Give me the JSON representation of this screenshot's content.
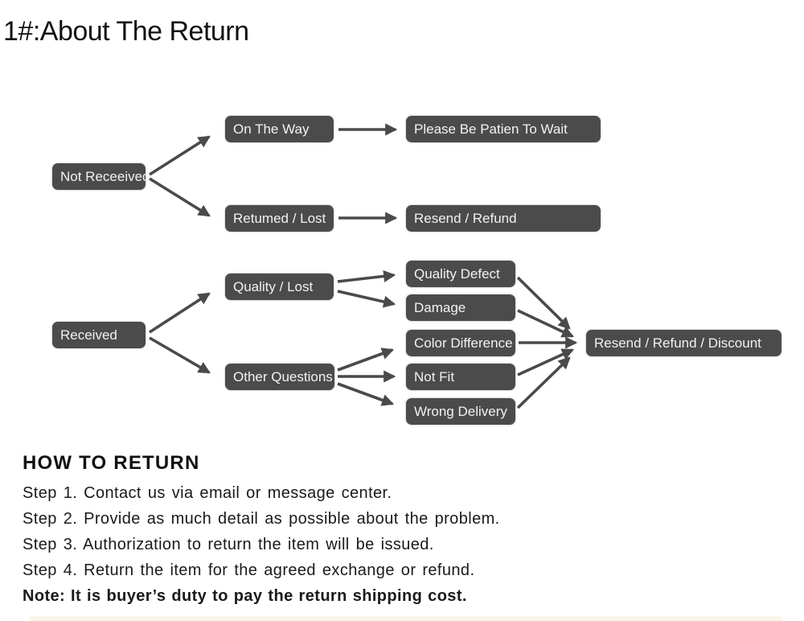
{
  "page": {
    "title": "1#:About The Return"
  },
  "colors": {
    "node_background": "#4b4b4b",
    "node_text": "#f2f2f2",
    "arrow": "#4a4a4a",
    "body_text": "#1a1a1a",
    "bottom_strip": "#faf6eb"
  },
  "flowchart": {
    "nodes": {
      "not_received": "Not Receeived",
      "on_the_way": "On The Way",
      "please_wait": "Please Be Patien To Wait",
      "returned_lost": "Retumed / Lost",
      "resend_refund": "Resend / Refund",
      "received": "Received",
      "quality_lost": "Quality / Lost",
      "other_questions": "Other Questions",
      "quality_defect": "Quality Defect",
      "damage": "Damage",
      "color_difference": "Color Difference",
      "not_fit": "Not Fit",
      "wrong_delivery": "Wrong Delivery",
      "resend_refund_discount": "Resend / Refund / Discount"
    },
    "edges": [
      {
        "from": "not_received",
        "to": "on_the_way"
      },
      {
        "from": "not_received",
        "to": "returned_lost"
      },
      {
        "from": "on_the_way",
        "to": "please_wait"
      },
      {
        "from": "returned_lost",
        "to": "resend_refund"
      },
      {
        "from": "received",
        "to": "quality_lost"
      },
      {
        "from": "received",
        "to": "other_questions"
      },
      {
        "from": "quality_lost",
        "to": "quality_defect"
      },
      {
        "from": "quality_lost",
        "to": "damage"
      },
      {
        "from": "other_questions",
        "to": "color_difference"
      },
      {
        "from": "other_questions",
        "to": "not_fit"
      },
      {
        "from": "other_questions",
        "to": "wrong_delivery"
      },
      {
        "from": "quality_defect",
        "to": "resend_refund_discount"
      },
      {
        "from": "damage",
        "to": "resend_refund_discount"
      },
      {
        "from": "color_difference",
        "to": "resend_refund_discount"
      },
      {
        "from": "not_fit",
        "to": "resend_refund_discount"
      },
      {
        "from": "wrong_delivery",
        "to": "resend_refund_discount"
      }
    ]
  },
  "how_to_return": {
    "heading": "HOW TO RETURN",
    "steps": [
      "Step 1. Contact us via email or message center.",
      "Step 2. Provide as much detail as possible about the problem.",
      "Step 3. Authorization to return the item will be issued.",
      "Step 4. Return the item for the agreed exchange or refund."
    ],
    "note": "Note: It is buyer’s duty to pay the return shipping cost."
  }
}
